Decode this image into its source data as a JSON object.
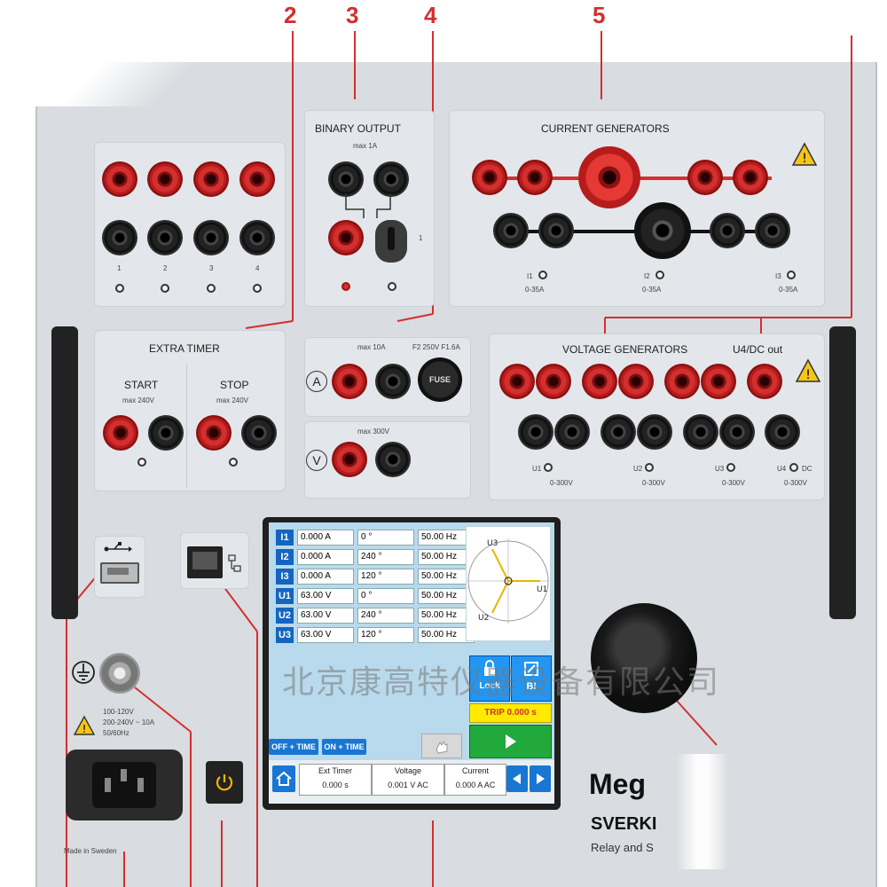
{
  "callouts": [
    "2",
    "3",
    "4",
    "5"
  ],
  "binary_output": {
    "title": "BINARY OUTPUT",
    "subtitle": "max 1A",
    "contact_label": "1"
  },
  "current_generators": {
    "title": "CURRENT GENERATORS",
    "channels": [
      {
        "name": "I1",
        "range": "0-35A"
      },
      {
        "name": "I2",
        "range": "0-35A"
      },
      {
        "name": "I3",
        "range": "0-35A"
      }
    ]
  },
  "binary_inputs": {
    "labels": [
      "1",
      "2",
      "3",
      "4"
    ]
  },
  "extra_timer": {
    "title": "EXTRA TIMER",
    "start_label": "START",
    "start_sub": "max 240V",
    "stop_label": "STOP",
    "stop_sub": "max 240V"
  },
  "ammeter": {
    "symbol": "A",
    "max": "max 10A",
    "fuse": "F2 250V F1.6A",
    "fuse_cap": "FUSE"
  },
  "voltmeter": {
    "symbol": "V",
    "max": "max 300V"
  },
  "voltage_generators": {
    "title": "VOLTAGE GENERATORS",
    "aux_title": "U4/DC out",
    "channels": [
      {
        "name": "U1",
        "range": "0-300V"
      },
      {
        "name": "U2",
        "range": "0-300V"
      },
      {
        "name": "U3",
        "range": "0-300V"
      },
      {
        "name": "U4",
        "dc": "DC",
        "range": "0-300V"
      }
    ]
  },
  "power": {
    "rating_line1": "100-120V",
    "rating_line2": "200-240V ~ 10A",
    "rating_line3": "50/60Hz",
    "made_in": "Made in Sweden"
  },
  "display": {
    "rows": [
      {
        "id": "I1",
        "amp": "0.000 A",
        "phase": "0 °",
        "freq": "50.00 Hz"
      },
      {
        "id": "I2",
        "amp": "0.000 A",
        "phase": "240 °",
        "freq": "50.00 Hz"
      },
      {
        "id": "I3",
        "amp": "0.000 A",
        "phase": "120 °",
        "freq": "50.00 Hz"
      },
      {
        "id": "U1",
        "amp": "63.00 V",
        "phase": "0 °",
        "freq": "50.00 Hz"
      },
      {
        "id": "U2",
        "amp": "63.00 V",
        "phase": "240 °",
        "freq": "50.00 Hz"
      },
      {
        "id": "U3",
        "amp": "63.00 V",
        "phase": "120 °",
        "freq": "50.00 Hz"
      }
    ],
    "vector_labels": [
      "U3",
      "U1",
      "U2"
    ],
    "lock_label": "Lock",
    "bi_label": "BI",
    "trip_text": "TRIP 0.000 s",
    "off_time_label": "OFF + TIME",
    "on_time_label": "ON + TIME",
    "status": [
      {
        "label": "Ext Timer",
        "value": "0.000 s"
      },
      {
        "label": "Voltage",
        "value": "0.001 V AC"
      },
      {
        "label": "Current",
        "value": "0.000 A AC"
      }
    ]
  },
  "brand": {
    "logo": "Meg",
    "model": "SVERKI",
    "subtitle": "Relay and S"
  },
  "watermark": "北京康高特仪器设备有限公司"
}
